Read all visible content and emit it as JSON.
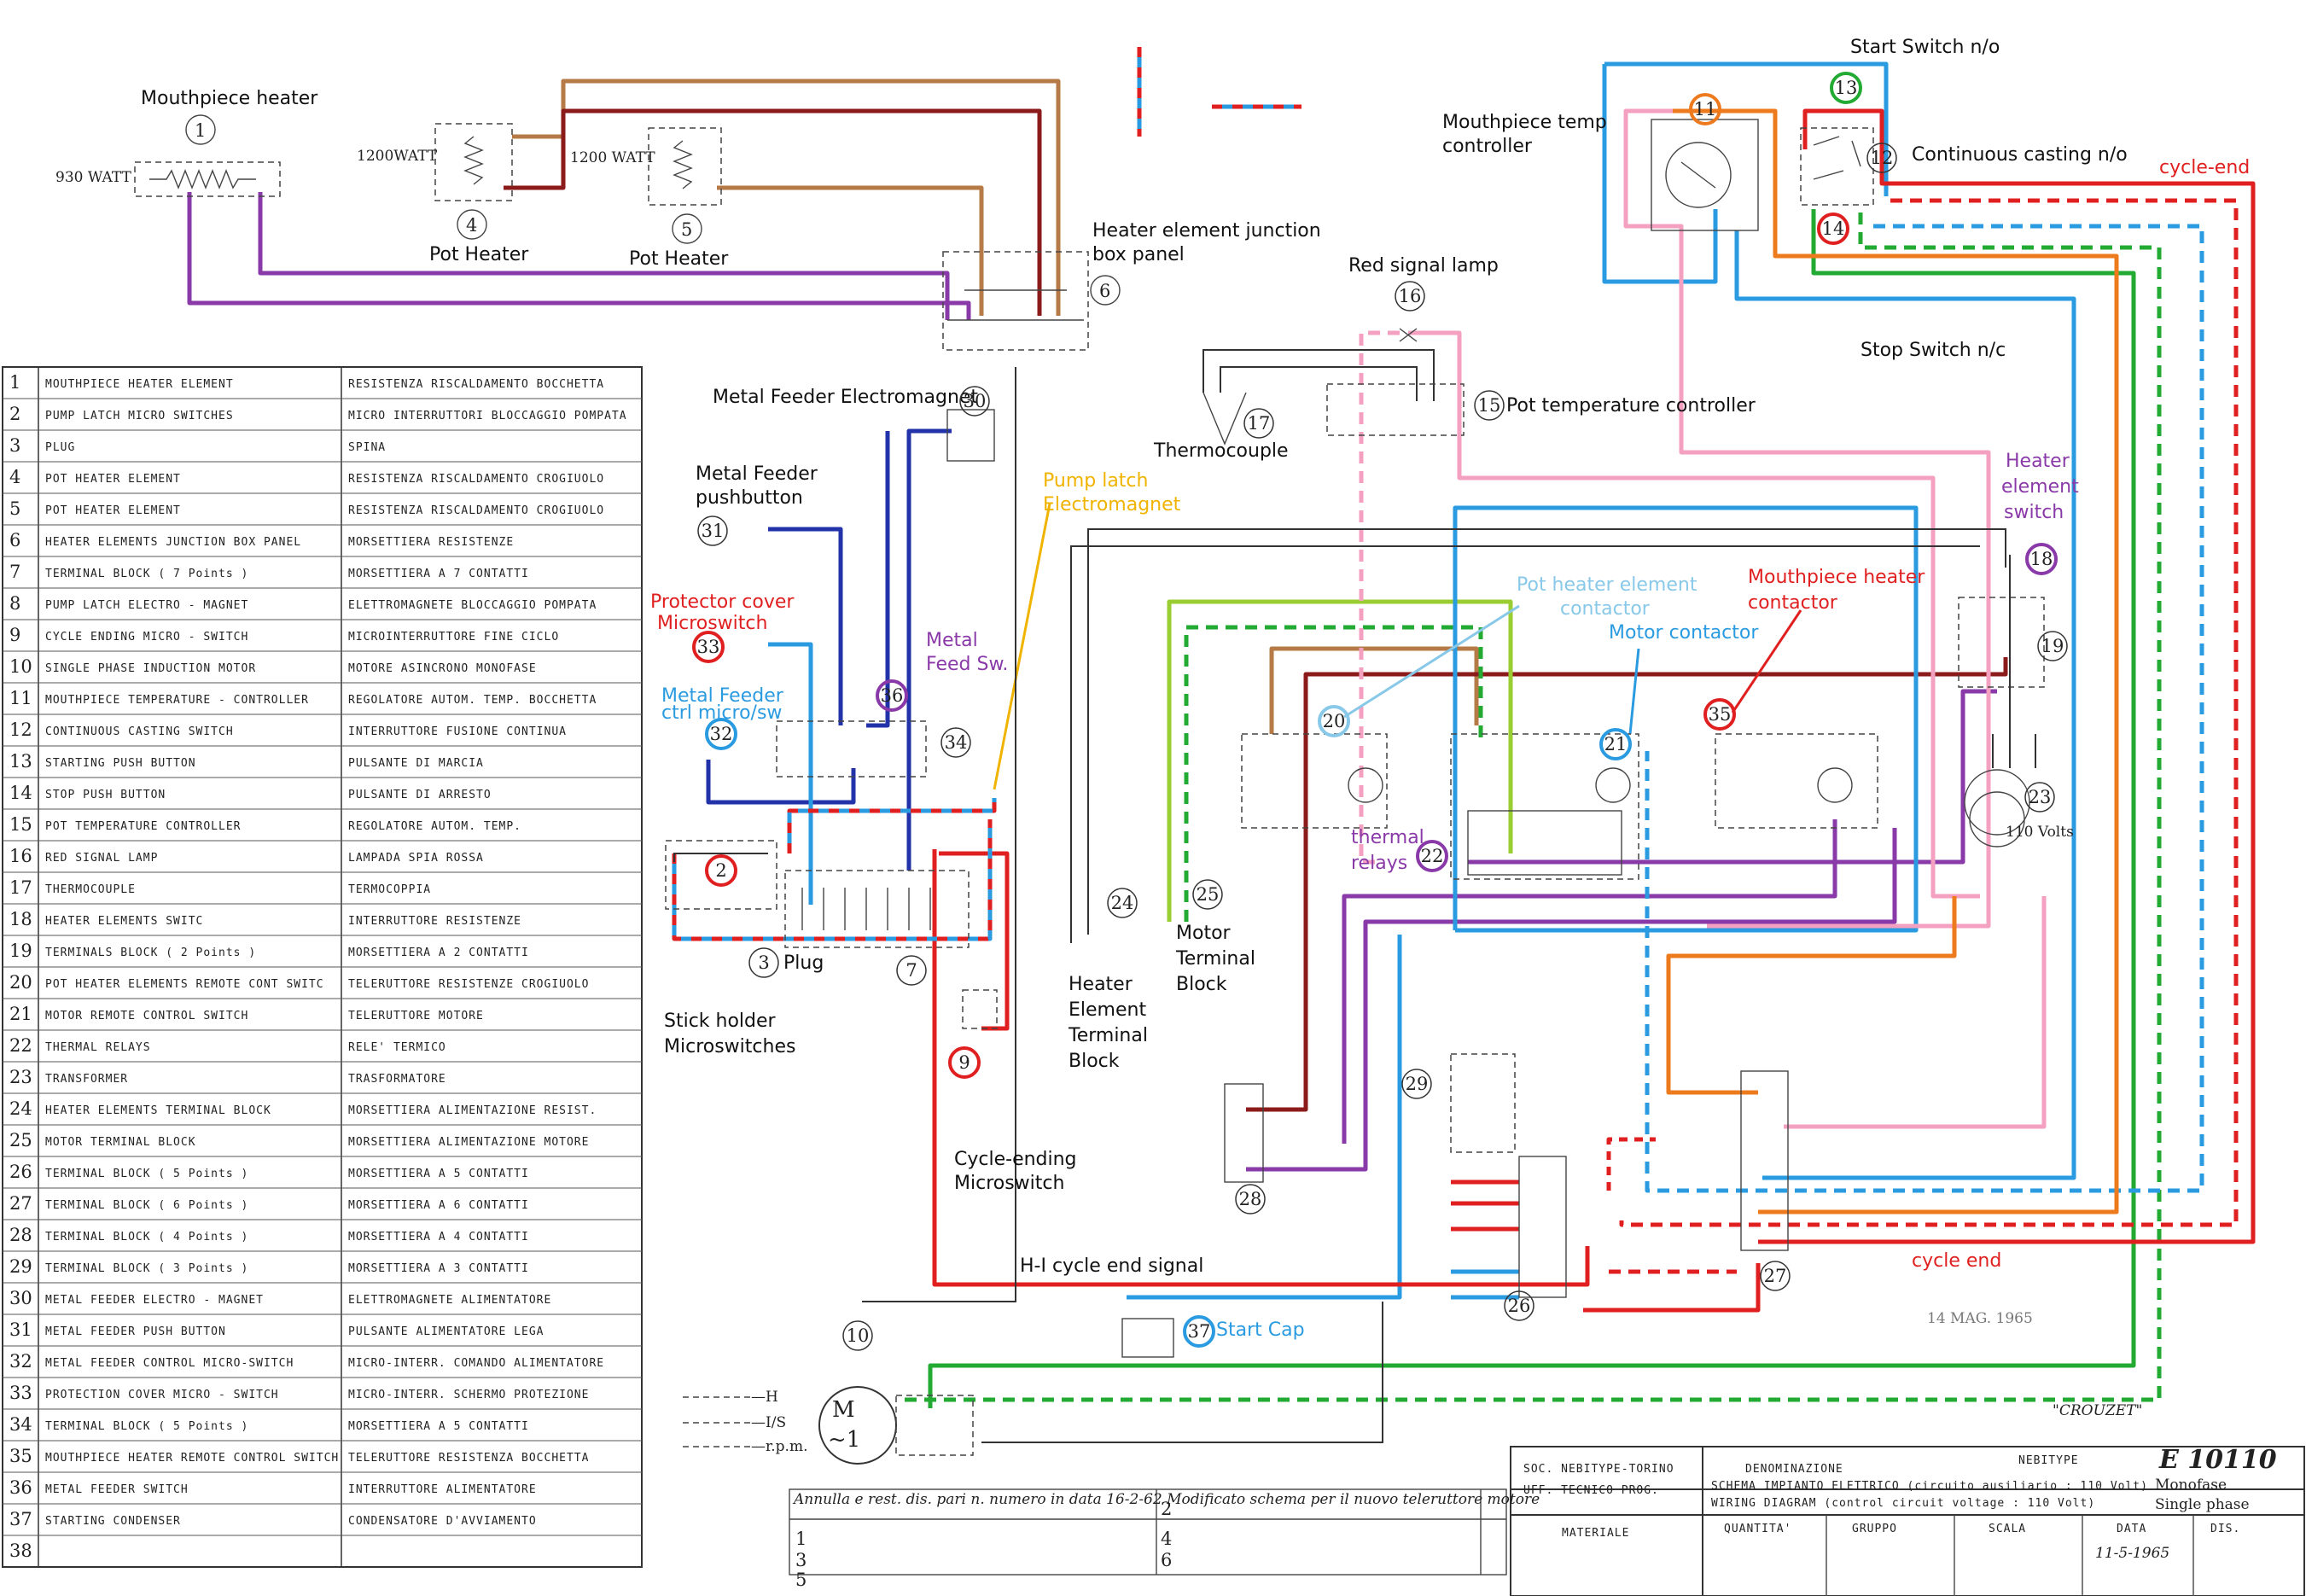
{
  "colors": {
    "purple": "#8a3aa8",
    "brown": "#b57a45",
    "darkred": "#8b1a1a",
    "red": "#e02020",
    "blue": "#2a9be0",
    "navy": "#2233aa",
    "green": "#22aa33",
    "lime": "#9acd32",
    "pink": "#f4a0c0",
    "orange": "#ee7a1e",
    "gray": "#555555",
    "yellow": "#f0b400",
    "lightblue": "#88c8e8"
  },
  "top_marks": {
    "num_1": "1",
    "mouthpiece_watt": "930 WATT",
    "pot1_watt": "1200WATT",
    "pot2_watt": "1200 WATT",
    "num_4": "4",
    "num_5": "5",
    "num_6": "6"
  },
  "labels": {
    "mouthpiece_heater": "Mouthpiece heater",
    "pot_heater_1": "Pot Heater",
    "pot_heater_2": "Pot Heater",
    "junction_box_1": "Heater element junction",
    "junction_box_2": "box panel",
    "start_switch": "Start Switch  n/o",
    "mouthpiece_temp_1": "Mouthpiece temp",
    "mouthpiece_temp_2": "controller",
    "continuous_casting": "Continuous casting n/o",
    "cycle_end_top": "cycle-end",
    "stop_switch": "Stop Switch n/c",
    "red_signal_lamp": "Red signal lamp",
    "pot_temp_controller": "Pot temperature controller",
    "thermocouple": "Thermocouple",
    "metal_feeder_magnet": "Metal Feeder Electromagnet",
    "metal_feeder_push_1": "Metal Feeder",
    "metal_feeder_push_2": "pushbutton",
    "pump_latch_1": "Pump latch",
    "pump_latch_2": "Electromagnet",
    "protector_cover_1": "Protector cover",
    "protector_cover_2": "Microswitch",
    "metal_feed_sw_1": "Metal",
    "metal_feed_sw_2": "Feed Sw.",
    "metal_feeder_ctrl_1": "Metal Feeder",
    "metal_feeder_ctrl_2": "ctrl micro/sw",
    "heater_element_switch_1": "Heater",
    "heater_element_switch_2": "element",
    "heater_element_switch_3": "switch",
    "pot_heater_contactor_1": "Pot heater element",
    "pot_heater_contactor_2": "contactor",
    "mouthpiece_contactor_1": "Mouthpiece heater",
    "mouthpiece_contactor_2": "contactor",
    "motor_contactor": "Motor  contactor",
    "thermal_relays_1": "thermal",
    "thermal_relays_2": "relays",
    "plug": "Plug",
    "stick_holder_1": "Stick holder",
    "stick_holder_2": "Microswitches",
    "heater_terminal_1": "Heater",
    "heater_terminal_2": "Element",
    "heater_terminal_3": "Terminal",
    "heater_terminal_4": "Block",
    "motor_terminal_1": "Motor",
    "motor_terminal_2": "Terminal",
    "motor_terminal_3": "Block",
    "cycle_ending_1": "Cycle-ending",
    "cycle_ending_2": "Microswitch",
    "hi_cycle_end": "H-I cycle end signal",
    "start_cap": "Start Cap",
    "cycle_end_bottom": "cycle end",
    "volts_110": "110 Volts",
    "stamp_date": "14 MAG. 1965",
    "crouzet": "\"CROUZET\""
  },
  "circled_numbers": [
    "11",
    "12",
    "13",
    "14",
    "15",
    "16",
    "17",
    "18",
    "19",
    "20",
    "21",
    "22",
    "23",
    "24",
    "25",
    "26",
    "27",
    "28",
    "29",
    "30",
    "31",
    "32",
    "33",
    "34",
    "35",
    "36",
    "37",
    "2",
    "3",
    "7",
    "9",
    "10"
  ],
  "legend": [
    {
      "n": "1",
      "en": "MOUTHPIECE  HEATER  ELEMENT",
      "it": "RESISTENZA  RISCALDAMENTO  BOCCHETTA"
    },
    {
      "n": "2",
      "en": "PUMP  LATCH  MICRO  SWITCHES",
      "it": "MICRO  INTERRUTTORI  BLOCCAGGIO  POMPATA"
    },
    {
      "n": "3",
      "en": "PLUG",
      "it": "SPINA"
    },
    {
      "n": "4",
      "en": "POT  HEATER  ELEMENT",
      "it": "RESISTENZA  RISCALDAMENTO  CROGIUOLO"
    },
    {
      "n": "5",
      "en": "POT  HEATER  ELEMENT",
      "it": "RESISTENZA  RISCALDAMENTO  CROGIUOLO"
    },
    {
      "n": "6",
      "en": "HEATER  ELEMENTS  JUNCTION  BOX  PANEL",
      "it": "MORSETTIERA  RESISTENZE"
    },
    {
      "n": "7",
      "en": "TERMINAL  BLOCK   ( 7 Points )",
      "it": "MORSETTIERA  A  7  CONTATTI"
    },
    {
      "n": "8",
      "en": "PUMP  LATCH  ELECTRO - MAGNET",
      "it": "ELETTROMAGNETE  BLOCCAGGIO  POMPATA"
    },
    {
      "n": "9",
      "en": "CYCLE  ENDING  MICRO - SWITCH",
      "it": "MICROINTERRUTTORE  FINE  CICLO"
    },
    {
      "n": "10",
      "en": "SINGLE  PHASE  INDUCTION  MOTOR",
      "it": "MOTORE  ASINCRONO  MONOFASE"
    },
    {
      "n": "11",
      "en": "MOUTHPIECE  TEMPERATURE - CONTROLLER",
      "it": "REGOLATORE  AUTOM. TEMP. BOCCHETTA"
    },
    {
      "n": "12",
      "en": "CONTINUOUS  CASTING  SWITCH",
      "it": "INTERRUTTORE  FUSIONE  CONTINUA"
    },
    {
      "n": "13",
      "en": "STARTING  PUSH  BUTTON",
      "it": "PULSANTE  DI  MARCIA"
    },
    {
      "n": "14",
      "en": "STOP  PUSH  BUTTON",
      "it": "PULSANTE  DI  ARRESTO"
    },
    {
      "n": "15",
      "en": "POT  TEMPERATURE  CONTROLLER",
      "it": "REGOLATORE  AUTOM. TEMP."
    },
    {
      "n": "16",
      "en": "RED  SIGNAL  LAMP",
      "it": "LAMPADA  SPIA  ROSSA"
    },
    {
      "n": "17",
      "en": "THERMOCOUPLE",
      "it": "TERMOCOPPIA"
    },
    {
      "n": "18",
      "en": "HEATER  ELEMENTS  SWITC",
      "it": "INTERRUTTORE  RESISTENZE"
    },
    {
      "n": "19",
      "en": "TERMINALS  BLOCK   ( 2 Points )",
      "it": "MORSETTIERA  A  2  CONTATTI"
    },
    {
      "n": "20",
      "en": "POT  HEATER  ELEMENTS  REMOTE  CONT SWITC",
      "it": "TELERUTTORE  RESISTENZE  CROGIUOLO"
    },
    {
      "n": "21",
      "en": "MOTOR  REMOTE  CONTROL  SWITCH",
      "it": "TELERUTTORE  MOTORE"
    },
    {
      "n": "22",
      "en": "THERMAL  RELAYS",
      "it": "RELE'  TERMICO"
    },
    {
      "n": "23",
      "en": "TRANSFORMER",
      "it": "TRASFORMATORE"
    },
    {
      "n": "24",
      "en": "HEATER  ELEMENTS  TERMINAL  BLOCK",
      "it": "MORSETTIERA  ALIMENTAZIONE  RESIST."
    },
    {
      "n": "25",
      "en": "MOTOR  TERMINAL  BLOCK",
      "it": "MORSETTIERA  ALIMENTAZIONE  MOTORE"
    },
    {
      "n": "26",
      "en": "TERMINAL  BLOCK   ( 5 Points )",
      "it": "MORSETTIERA   A  5  CONTATTI"
    },
    {
      "n": "27",
      "en": "TERMINAL  BLOCK   ( 6 Points )",
      "it": "MORSETTIERA   A  6  CONTATTI"
    },
    {
      "n": "28",
      "en": "TERMINAL  BLOCK   ( 4 Points )",
      "it": "MORSETTIERA   A  4  CONTATTI"
    },
    {
      "n": "29",
      "en": "TERMINAL  BLOCK   ( 3 Points )",
      "it": "MORSETTIERA   A  3  CONTATTI"
    },
    {
      "n": "30",
      "en": "METAL  FEEDER  ELECTRO - MAGNET",
      "it": "ELETTROMAGNETE  ALIMENTATORE"
    },
    {
      "n": "31",
      "en": "METAL  FEEDER  PUSH  BUTTON",
      "it": "PULSANTE  ALIMENTATORE  LEGA"
    },
    {
      "n": "32",
      "en": "METAL  FEEDER  CONTROL  MICRO-SWITCH",
      "it": "MICRO-INTERR.  COMANDO  ALIMENTATORE"
    },
    {
      "n": "33",
      "en": "PROTECTION  COVER  MICRO - SWITCH",
      "it": "MICRO-INTERR.  SCHERMO  PROTEZIONE"
    },
    {
      "n": "34",
      "en": "TERMINAL  BLOCK  ( 5 Points )",
      "it": "MORSETTIERA   A  5  CONTATTI"
    },
    {
      "n": "35",
      "en": "MOUTHPIECE  HEATER  REMOTE  CONTROL  SWITCH",
      "it": "TELERUTTORE  RESISTENZA  BOCCHETTA"
    },
    {
      "n": "36",
      "en": "METAL  FEEDER  SWITCH",
      "it": "INTERRUTTORE  ALIMENTATORE"
    },
    {
      "n": "37",
      "en": "STARTING  CONDENSER",
      "it": "CONDENSATORE  D'AVVIAMENTO"
    },
    {
      "n": "38",
      "en": "",
      "it": ""
    }
  ],
  "title_block": {
    "company_1": "SOC. NEBITYPE-TORINO",
    "company_2": "UFF. TECNICO  PROG.",
    "denominazione": "DENOMINAZIONE",
    "nebitype": "NEBITYPE",
    "drawing_no": "E 10110",
    "line_1": "SCHEMA  IMPIANTO  ELETTRICO  (circuito ausiliario : 110 Volt)",
    "line_2": "WIRING  DIAGRAM  (control  circuit voltage : 110 Volt)",
    "monofase": "Monofase",
    "single_phase": "Single  phase",
    "materiale": "MATERIALE",
    "quantita": "QUANTITA'",
    "gruppo": "GRUPPO",
    "scala": "SCALA",
    "data_label": "DATA",
    "data_value": "11-5-1965",
    "dis": "DIS.",
    "revision_note": "Annulla e rest. dis. pari n. numero in data 16-2-62  Modificato schema per il nuovo teleruttore motore",
    "rev_rows": [
      "1",
      "3",
      "5",
      "2",
      "4",
      "6"
    ]
  },
  "motor": {
    "m": "M",
    "phase": "~1"
  },
  "legend_side_marks": [
    "—H",
    "—I/S",
    "—r.p.m."
  ]
}
